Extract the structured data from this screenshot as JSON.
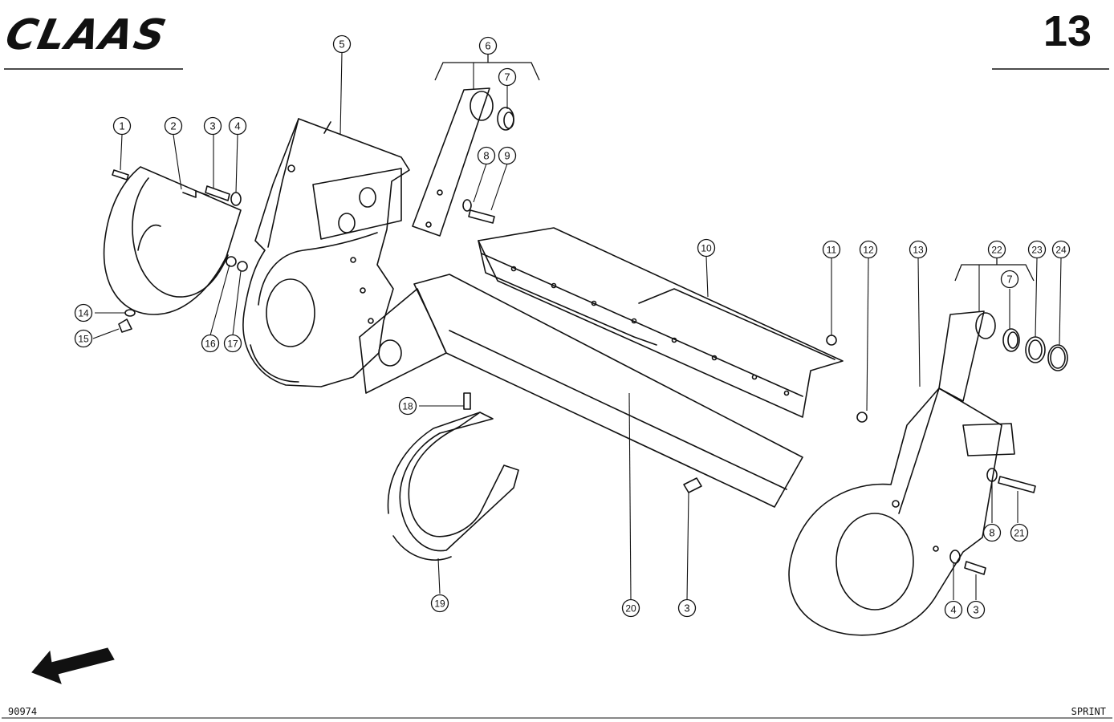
{
  "header": {
    "brand": "CLAAS",
    "page_number": "13"
  },
  "footer": {
    "drawing_number": "90974",
    "model": "SPRINT"
  },
  "callouts": [
    {
      "id": "c1",
      "label": "1"
    },
    {
      "id": "c2",
      "label": "2"
    },
    {
      "id": "c3a",
      "label": "3"
    },
    {
      "id": "c4a",
      "label": "4"
    },
    {
      "id": "c5",
      "label": "5"
    },
    {
      "id": "c6",
      "label": "6"
    },
    {
      "id": "c7a",
      "label": "7"
    },
    {
      "id": "c8a",
      "label": "8"
    },
    {
      "id": "c9",
      "label": "9"
    },
    {
      "id": "c10",
      "label": "10"
    },
    {
      "id": "c11",
      "label": "11"
    },
    {
      "id": "c12",
      "label": "12"
    },
    {
      "id": "c13",
      "label": "13"
    },
    {
      "id": "c14",
      "label": "14"
    },
    {
      "id": "c15",
      "label": "15"
    },
    {
      "id": "c16",
      "label": "16"
    },
    {
      "id": "c17",
      "label": "17"
    },
    {
      "id": "c18",
      "label": "18"
    },
    {
      "id": "c19",
      "label": "19"
    },
    {
      "id": "c20",
      "label": "20"
    },
    {
      "id": "c3b",
      "label": "3"
    },
    {
      "id": "c22",
      "label": "22"
    },
    {
      "id": "c7b",
      "label": "7"
    },
    {
      "id": "c23",
      "label": "23"
    },
    {
      "id": "c24",
      "label": "24"
    },
    {
      "id": "c8b",
      "label": "8"
    },
    {
      "id": "c21",
      "label": "21"
    },
    {
      "id": "c4b",
      "label": "4"
    },
    {
      "id": "c3c",
      "label": "3"
    }
  ]
}
